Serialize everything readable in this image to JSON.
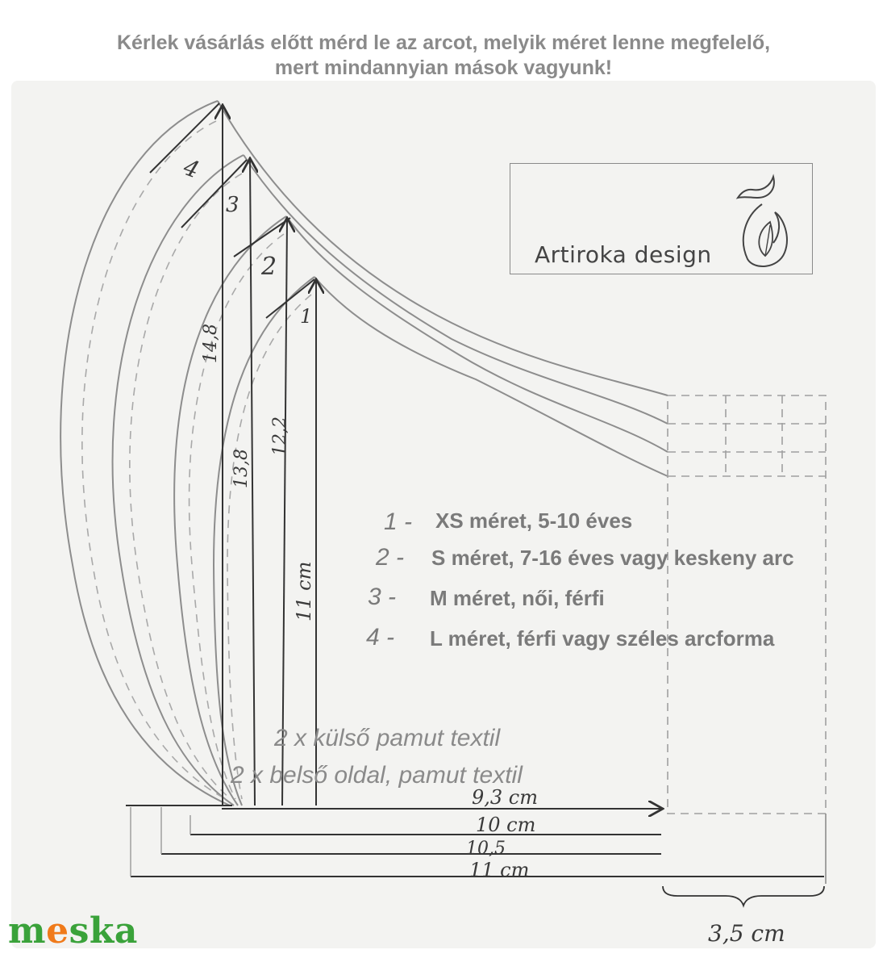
{
  "header": {
    "line1": "Kérlek vásárlás előtt mérd le az arcot, melyik méret lenne megfelelő,",
    "line2": "mert mindannyian mások vagyunk!"
  },
  "brand": {
    "name": "Artiroka design"
  },
  "sketch": {
    "curve_labels": [
      "4",
      "3",
      "2",
      "1"
    ],
    "heights": [
      "14,8",
      "13,8",
      "12,2",
      "11 cm"
    ],
    "widths": [
      "9,3 cm",
      "10 cm",
      "10,5",
      "11 cm"
    ],
    "strap_width": "3,5 cm"
  },
  "legend": [
    {
      "num": "1 -",
      "text": "XS méret, 5-10 éves"
    },
    {
      "num": "2 -",
      "text": "S méret, 7-16 éves vagy keskeny arc"
    },
    {
      "num": "3 -",
      "text": "M méret, női, férfi"
    },
    {
      "num": "4 -",
      "text": "L méret, férfi vagy széles arcforma"
    }
  ],
  "notes": {
    "outer": "2 x külső pamut textil",
    "inner": "2 x belső oldal, pamut textil"
  },
  "logo": {
    "part1": "m",
    "part2": "e",
    "part3": "ska",
    "color1": "#3aa23a",
    "color2": "#f07a1a"
  }
}
